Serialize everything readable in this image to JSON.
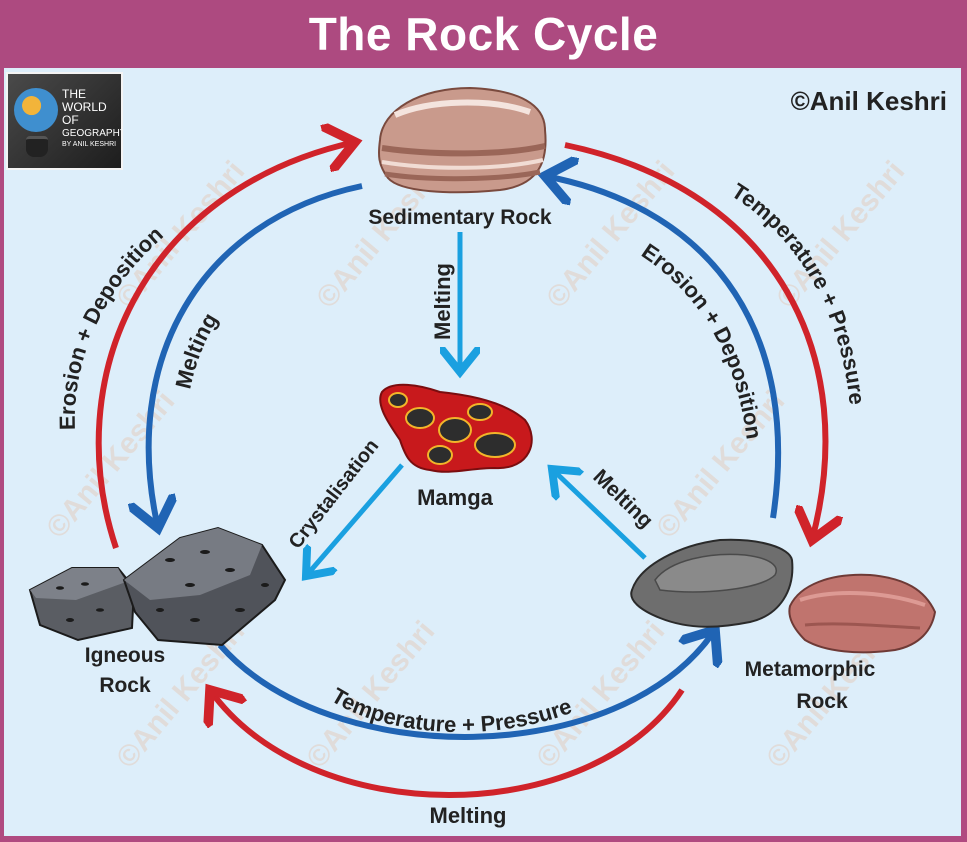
{
  "header": {
    "title": "The Rock Cycle"
  },
  "logo": {
    "line1": "THE",
    "line2": "WORLD",
    "line3": "OF",
    "line4": "GEOGRAPHY",
    "line5": "BY ANIL KESHRI"
  },
  "copyright": "©Anil Keshri",
  "watermark": "©Anil Keshri",
  "colors": {
    "header": "#ad4a80",
    "background": "#ddeefa",
    "red_arrow": "#d0232a",
    "blue_arrow": "#2064b4",
    "light_blue_arrow": "#1aa0e0"
  },
  "nodes": {
    "sedimentary": {
      "label": "Sedimentary Rock"
    },
    "magma": {
      "label": "Mamga"
    },
    "igneous": {
      "line1": "Igneous",
      "line2": "Rock"
    },
    "metamorphic": {
      "line1": "Metamorphic",
      "line2": "Rock"
    }
  },
  "processes": {
    "igneous_to_sedimentary": "Erosion + Deposition",
    "sedimentary_to_igneous": "Melting",
    "sedimentary_to_metamorphic": "Temperature + Pressure",
    "metamorphic_to_sedimentary": "Erosion + Deposition",
    "sedimentary_to_magma": "Melting",
    "magma_to_igneous": "Crystalisation",
    "metamorphic_to_magma": "Melting",
    "igneous_to_metamorphic": "Temperature + Pressure",
    "metamorphic_to_igneous": "Melting"
  }
}
